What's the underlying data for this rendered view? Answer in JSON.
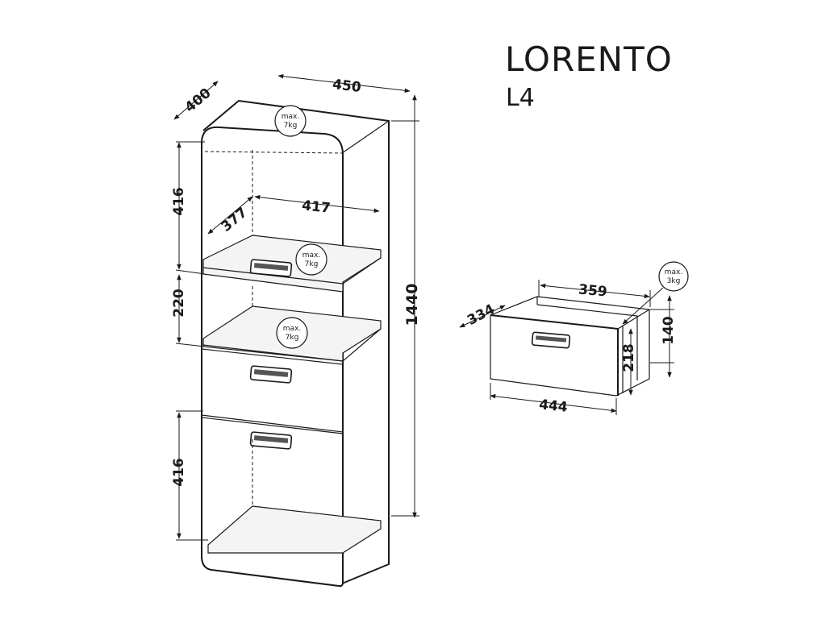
{
  "header": {
    "title": "LORENTO",
    "model": "L4"
  },
  "dimensions": {
    "width": "450",
    "depth": "400",
    "height": "1440",
    "upper_opening": "416",
    "middle_opening": "220",
    "lower_section": "416",
    "inner_width": "417",
    "inner_depth": "377"
  },
  "drawer": {
    "inner_width": "359",
    "depth": "334",
    "front_width": "444",
    "front_height": "218",
    "inner_height": "140"
  },
  "load_labels": {
    "top": {
      "line1": "max.",
      "line2": "7kg"
    },
    "shelf_upper": {
      "line1": "max.",
      "line2": "7kg"
    },
    "shelf_middle": {
      "line1": "max.",
      "line2": "7kg"
    },
    "drawer": {
      "line1": "max.",
      "line2": "3kg"
    }
  }
}
